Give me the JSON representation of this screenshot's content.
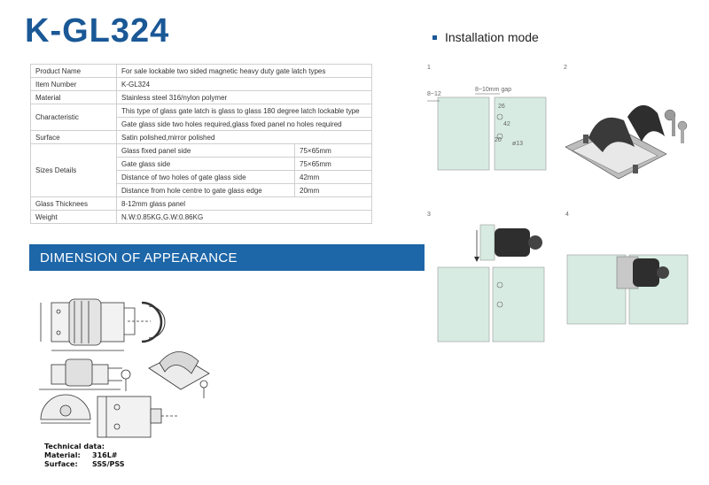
{
  "header": {
    "title": "K-GL324"
  },
  "installation": {
    "heading": "Installation mode",
    "steps": [
      "1",
      "2",
      "3",
      "4"
    ],
    "step1_labels": {
      "gap_text": "8~10mm gap",
      "edge_text": "8~12",
      "dim_a": "26",
      "dim_b": "42",
      "dim_c": "20",
      "hole": "ø13"
    }
  },
  "spec": {
    "product_name": {
      "label": "Product Name",
      "value": "For sale lockable two sided magnetic heavy duty gate latch types"
    },
    "item_number": {
      "label": "Item Number",
      "value": "K-GL324"
    },
    "material": {
      "label": "Material",
      "value": "Stainless steel 316/nylon polymer"
    },
    "characteristic": {
      "label": "Characteristic",
      "values": [
        "This type of glass gate latch is glass to glass 180 degree latch lockable type",
        "Gate glass side two holes required,glass fixed panel no holes required"
      ]
    },
    "surface": {
      "label": "Surface",
      "value": "Satin polished,mirror polished"
    },
    "sizes": {
      "label": "Sizes Details",
      "rows": [
        {
          "name": "Glass fixed panel side",
          "value": "75×65mm"
        },
        {
          "name": "Gate glass side",
          "value": "75×65mm"
        },
        {
          "name": "Distance of two holes of gate glass side",
          "value": "42mm"
        },
        {
          "name": "Distance from hole centre to gate glass edge",
          "value": "20mm"
        }
      ]
    },
    "thickness": {
      "label": "Glass Thicknees",
      "value": "8-12mm glass panel"
    },
    "weight": {
      "label": "Weight",
      "value": "N.W:0.85KG,G.W:0.86KG"
    }
  },
  "dimension": {
    "banner": "DIMENSION OF APPEARANCE"
  },
  "tech": {
    "heading": "Technical data:",
    "material_label": "Material:",
    "material_value": "316L#",
    "surface_label": "Surface:",
    "surface_value": "SSS/PSS"
  },
  "colors": {
    "accent": "#1d66a8",
    "title": "#1a5896",
    "glass": "#d7ebe2"
  }
}
